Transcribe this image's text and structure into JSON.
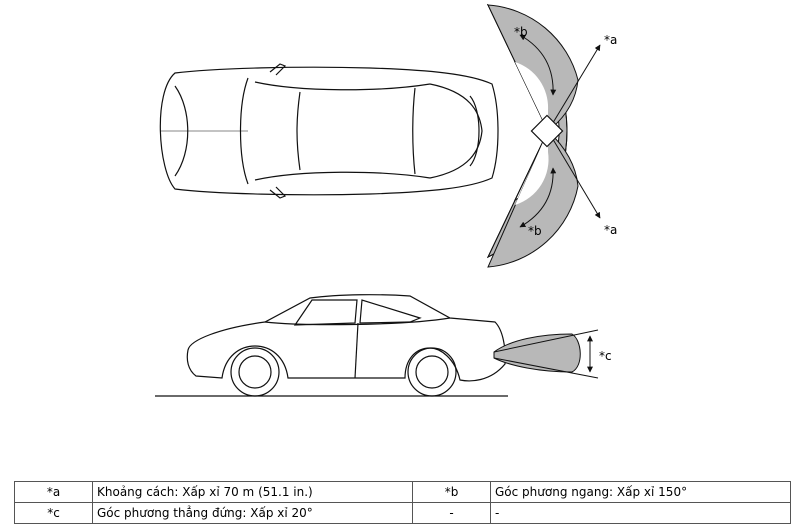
{
  "callouts": {
    "a_top": "*a",
    "b_top": "*b",
    "a_bottom": "*a",
    "b_bottom": "*b",
    "c_side": "*c"
  },
  "legend": {
    "rows": [
      {
        "code1": "*a",
        "desc1": "Khoảng cách: Xấp xỉ 70 m (51.1 in.)",
        "code2": "*b",
        "desc2": "Góc phương ngang: Xấp xỉ 150°"
      },
      {
        "code1": "*c",
        "desc1": "Góc phương thẳng đứng: Xấp xỉ 20°",
        "code2": "-",
        "desc2": "-"
      }
    ]
  },
  "colors": {
    "coverage_fill": "#b8b8b8",
    "outline": "#111111"
  }
}
